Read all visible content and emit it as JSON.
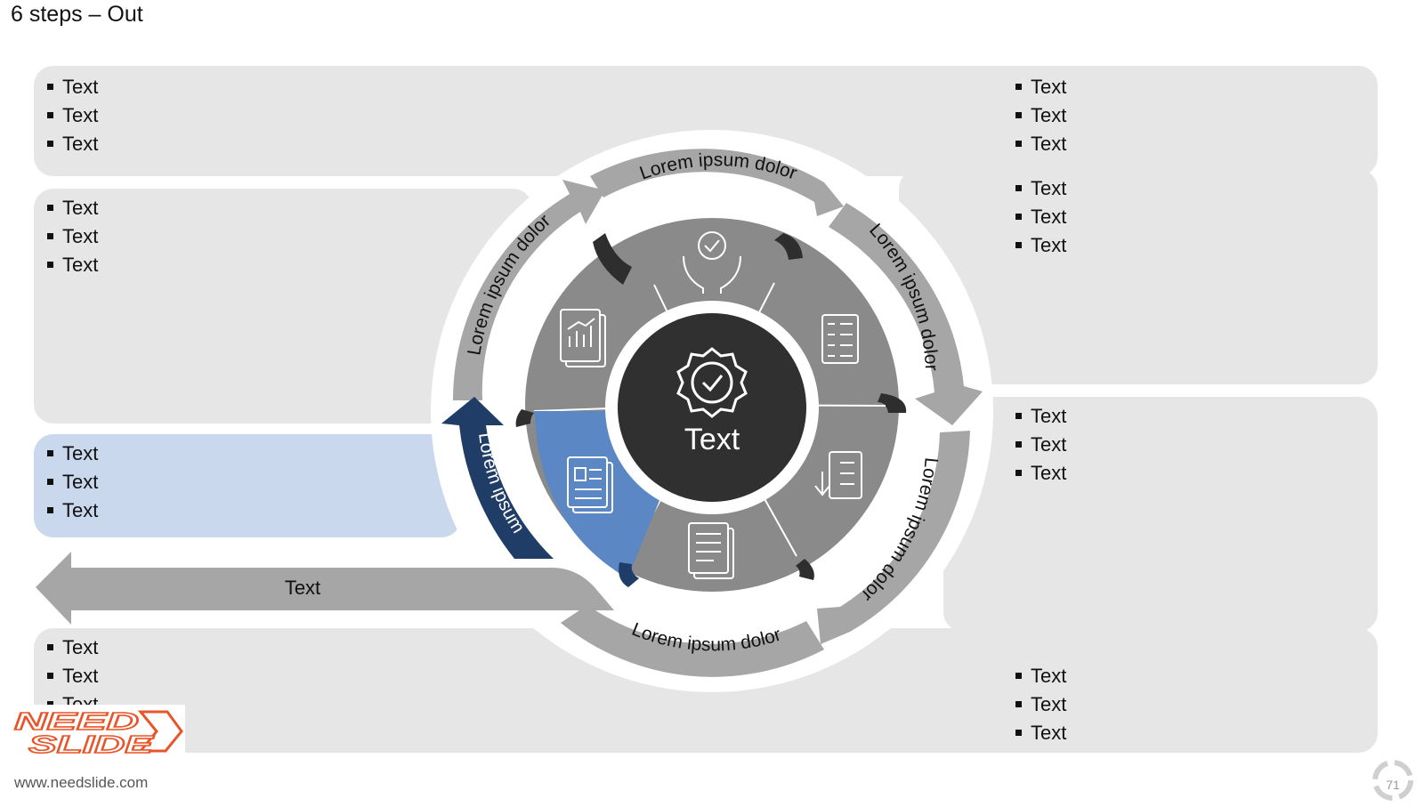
{
  "title": "6 steps – Out",
  "center_label": "Text",
  "out_arrow_label": "Text",
  "ring_labels": {
    "top": "Lorem ipsum dolor",
    "upper_right": "Lorem ipsum dolor",
    "lower_right": "Lorem ipsum dolor",
    "bottom": "Lorem ipsum dolor",
    "upper_left": "Lorem ipsum dolor",
    "lower_left": "Lorem ipsum"
  },
  "panels": {
    "top_left": [
      "Text",
      "Text",
      "Text"
    ],
    "top_right": [
      "Text",
      "Text",
      "Text"
    ],
    "upper_left": [
      "Text",
      "Text",
      "Text"
    ],
    "upper_right": [
      "Text",
      "Text",
      "Text"
    ],
    "highlight_left": [
      "Text",
      "Text",
      "Text"
    ],
    "mid_right": [
      "Text",
      "Text",
      "Text"
    ],
    "bottom_left": [
      "Text",
      "Text",
      "Text"
    ],
    "bottom_right": [
      "Text",
      "Text",
      "Text"
    ]
  },
  "icons": [
    "badge-check-icon",
    "hands-badge-icon",
    "checklist-icon",
    "list-download-icon",
    "document-signature-icon",
    "document-layout-icon",
    "report-chart-icon"
  ],
  "colors": {
    "highlight": "#5b87c5",
    "highlight_dark": "#1f3d66",
    "center": "#303030",
    "segment": "#8a8a8a",
    "arrow": "#a6a6a6",
    "panel": "#e6e6e6",
    "panel_highlight": "#c9d8ec"
  },
  "logo_text": "NEEDSLIDE",
  "website": "www.needslide.com",
  "page_number": "71"
}
